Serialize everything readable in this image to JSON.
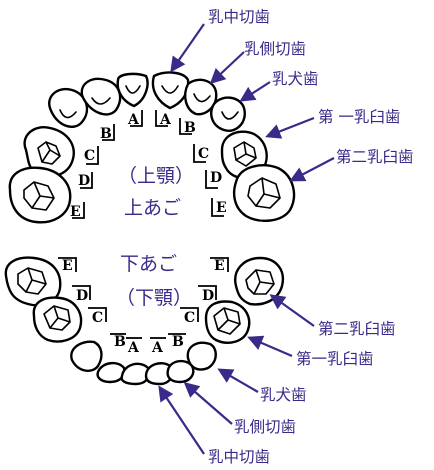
{
  "colors": {
    "label": "#3b2a8a",
    "arrow": "#3b2a8a",
    "outline": "#000000"
  },
  "upper": {
    "jaw_label": "上あご",
    "jaw_label_paren": "（上顎）",
    "letters": [
      "E",
      "D",
      "C",
      "B",
      "A",
      "A",
      "B",
      "C",
      "D",
      "E"
    ]
  },
  "lower": {
    "jaw_label": "下あご",
    "jaw_label_paren": "（下顎）",
    "letters": [
      "E",
      "D",
      "C",
      "B",
      "A",
      "A",
      "B",
      "C",
      "D",
      "E"
    ]
  },
  "upper_callouts": {
    "central_incisor": "乳中切歯",
    "lateral_incisor": "乳側切歯",
    "canine": "乳犬歯",
    "first_molar": "第 一乳臼歯",
    "second_molar": "第二乳臼歯"
  },
  "lower_callouts": {
    "second_molar": "第二乳臼歯",
    "first_molar": "第一乳臼歯",
    "canine": "乳犬歯",
    "lateral_incisor": "乳側切歯",
    "central_incisor": "乳中切歯"
  }
}
